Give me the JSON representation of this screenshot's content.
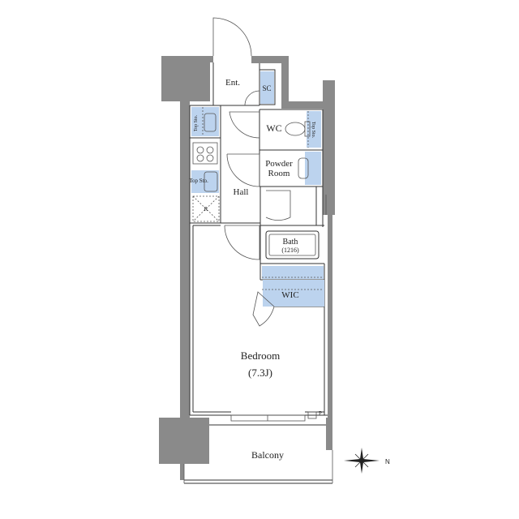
{
  "rooms": {
    "entrance": "Ent.",
    "shoe_cabinet": "SC",
    "wc": "WC",
    "powder_room_line1": "Powder",
    "powder_room_line2": "Room",
    "hall": "Hall",
    "bath": "Bath",
    "bath_size": "(1216)",
    "wic": "WIC",
    "bedroom": "Bedroom",
    "bedroom_size": "(7.3J)",
    "balcony": "Balcony"
  },
  "fixtures": {
    "top_storage_label": "Top Sto.",
    "refrigerator_mark": "R",
    "pipe_space_mark": "P"
  },
  "compass": {
    "north_mark": "N"
  },
  "colors": {
    "wall": "#8a8a8a",
    "storage_fill": "#bcd3ee",
    "line": "#333333"
  }
}
